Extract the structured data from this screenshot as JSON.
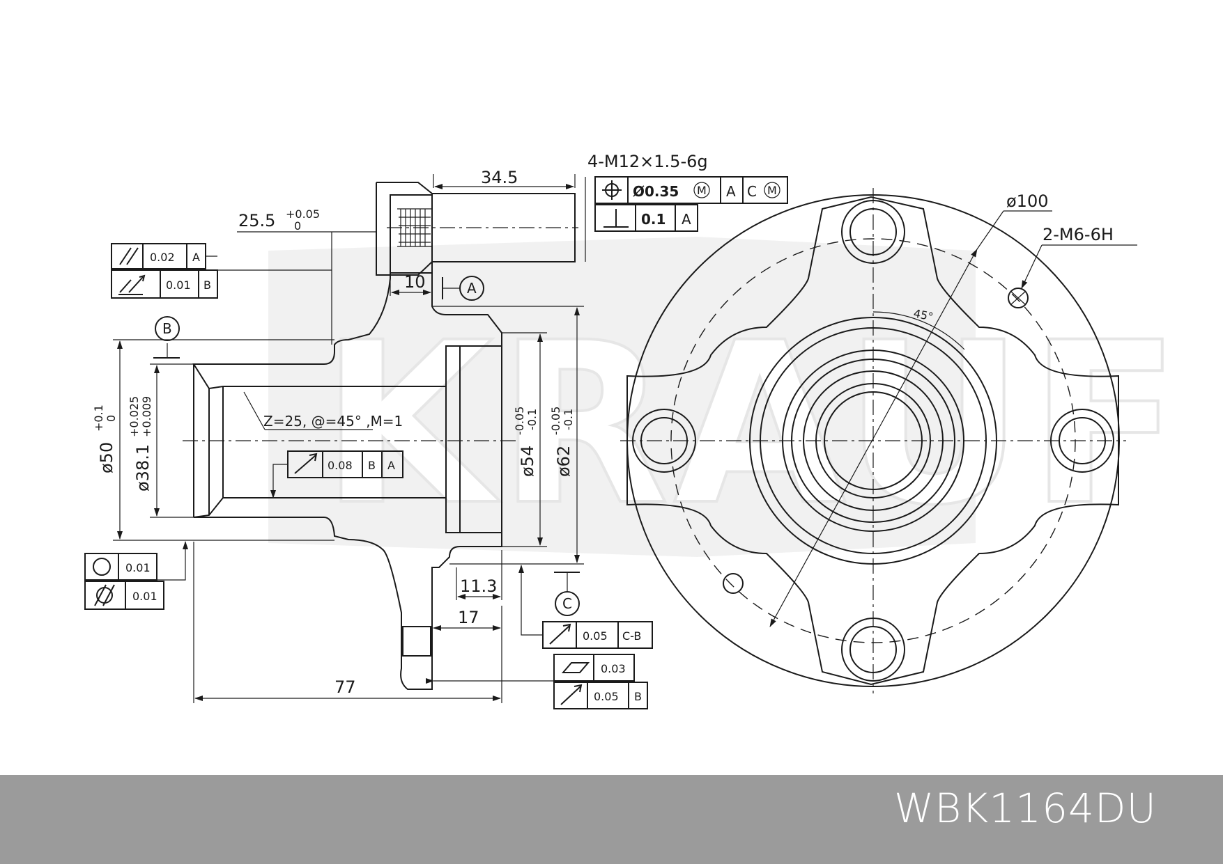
{
  "watermark": "KRAUF",
  "part_number": "WBK1164DU",
  "side_view": {
    "dim_stud_length": "34.5",
    "dim_flange_to_end": "25.5",
    "dim_flange_to_end_tol_upper": "+0.05",
    "dim_flange_to_end_tol_lower": "0",
    "dim_10": "10",
    "dim_11_3": "11.3",
    "dim_17": "17",
    "dim_77": "77",
    "dia_50": "ø50",
    "dia_50_tol_upper": "+0.1",
    "dia_50_tol_lower": "0",
    "dia_38_1": "ø38.1",
    "dia_38_1_tol_upper": "+0.025",
    "dia_38_1_tol_lower": "+0.009",
    "dia_54": "ø54",
    "dia_54_tol_upper": "-0.05",
    "dia_54_tol_lower": "-0.1",
    "dia_62": "ø62",
    "dia_62_tol_upper": "-0.05",
    "dia_62_tol_lower": "-0.1",
    "spline_note": "Z=25, @=45°   ,M=1",
    "datum_a": "A",
    "datum_b": "B",
    "datum_c": "C"
  },
  "front_view": {
    "thread_note": "4-M12×1.5-6g",
    "pcd": "ø100",
    "small_holes": "2-M6-6H",
    "angle": "45°"
  },
  "tolerance_frames": {
    "parallel": {
      "value": "0.02",
      "datum": "A"
    },
    "runout_total_1": {
      "value": "0.01",
      "datum": "B"
    },
    "position": {
      "value": "Ø0.35",
      "mod": "M",
      "datum1": "A",
      "datum2": "C",
      "datum2_mod": "M"
    },
    "perpendicular": {
      "value": "0.1",
      "datum": "A"
    },
    "runout_bore": {
      "value": "0.08",
      "datum1": "B",
      "datum2": "A"
    },
    "roundness": {
      "value": "0.01"
    },
    "cylindricity": {
      "value": "0.01"
    },
    "runout_c": {
      "value": "0.05",
      "datum": "C-B"
    },
    "flatness": {
      "value": "0.03"
    },
    "runout_face": {
      "value": "0.05",
      "datum": "B"
    }
  }
}
